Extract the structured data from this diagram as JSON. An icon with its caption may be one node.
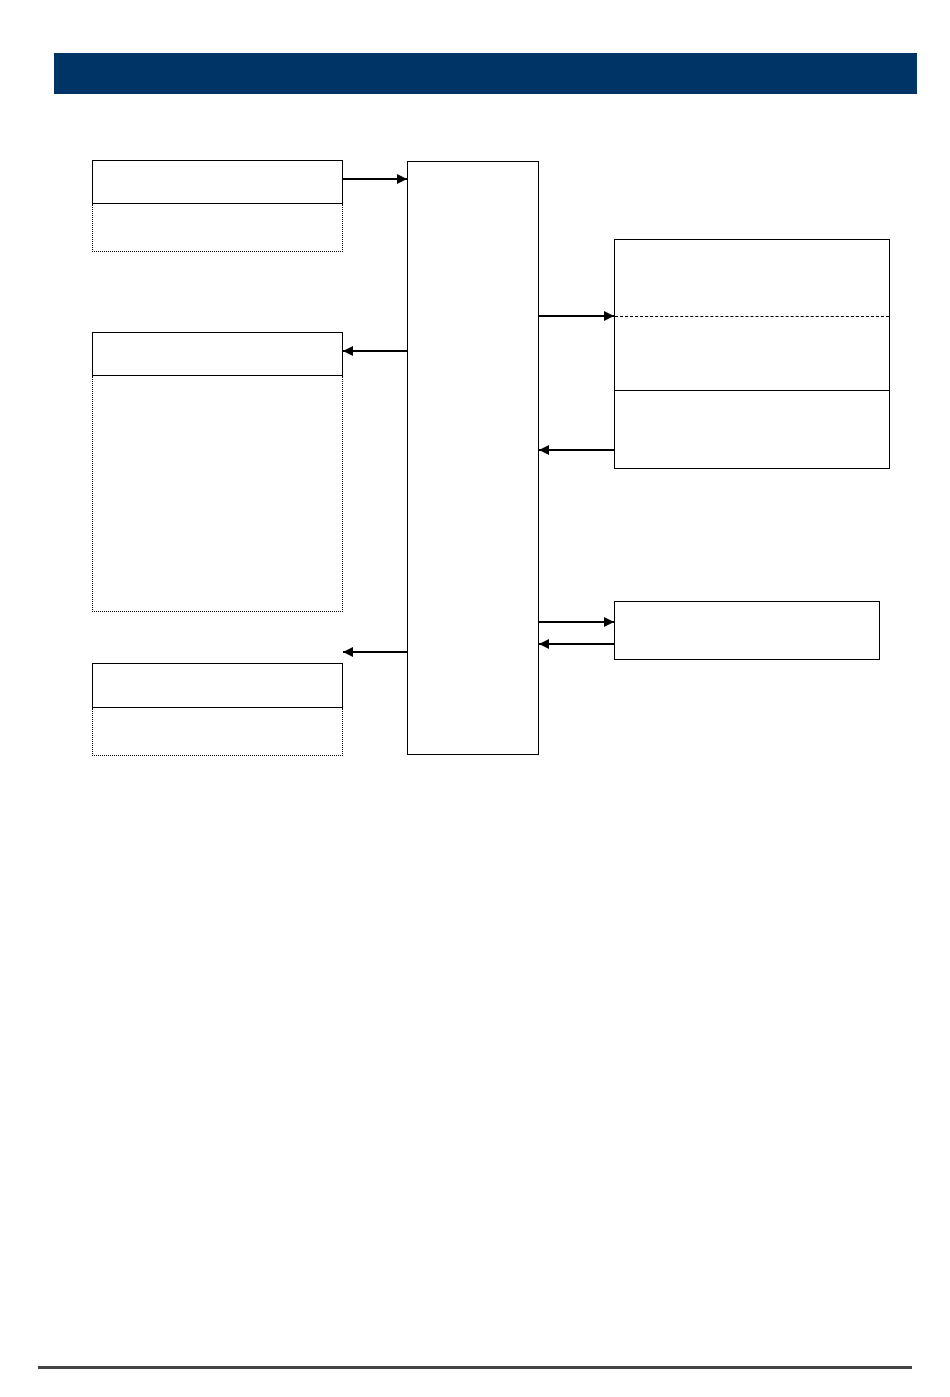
{
  "diagram": {
    "nodes": [
      {
        "text": [],
        "shape": "box"
      },
      {
        "text": [],
        "shape": "box"
      },
      {
        "text": [],
        "shape": "box"
      },
      {
        "text": [],
        "shape": "box"
      },
      {
        "text": [],
        "shape": "box"
      },
      {
        "text": [],
        "shape": "box"
      },
      {
        "text": [],
        "shape": "box"
      },
      {
        "text": [],
        "shape": "box"
      },
      {
        "text": [],
        "shape": "box"
      }
    ],
    "edges": [
      {
        "from": 0,
        "to": 2,
        "arrow": "to"
      },
      {
        "from": 2,
        "to": 3,
        "arrow": "to"
      },
      {
        "from": 2,
        "to": 4,
        "arrow": "to"
      },
      {
        "from": 3,
        "to": 2,
        "arrow": "to"
      },
      {
        "from": 2,
        "to": 6,
        "arrow": "to"
      },
      {
        "from": 6,
        "to": 2,
        "arrow": "to"
      },
      {
        "from": 2,
        "to": 7,
        "arrow": "to"
      }
    ]
  }
}
